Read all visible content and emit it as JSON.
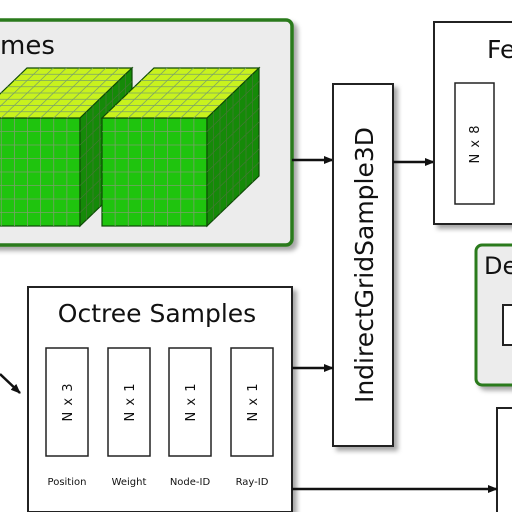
{
  "volumes": {
    "title": "mes"
  },
  "octree": {
    "title": "Octree Samples",
    "tensors": [
      {
        "shape": "N x 3",
        "label": "Position"
      },
      {
        "shape": "N x 1",
        "label": "Weight"
      },
      {
        "shape": "N x 1",
        "label": "Node-ID"
      },
      {
        "shape": "N x 1",
        "label": "Ray-ID"
      }
    ]
  },
  "operator": {
    "label": "IndirectGridSample3D"
  },
  "features": {
    "title": "Fe",
    "tensor_shape": "N x 8"
  },
  "decoder": {
    "title": "De"
  },
  "colors": {
    "green_border": "#2a7a1a",
    "cube_front": "#1fc40e",
    "cube_top": "#c8f21e",
    "cube_side": "#158a08",
    "panel_gray": "#ececec"
  }
}
